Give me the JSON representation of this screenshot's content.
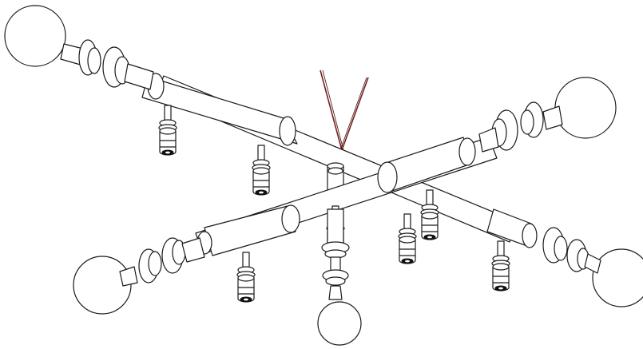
{
  "drawing": {
    "subject": "",
    "line_color": "#1a1a1a",
    "background_color": "#ffffff",
    "suspension_color": "#7a1f1f",
    "counts": {
      "globes": 5,
      "down_sockets": 7,
      "arms": 2,
      "suspension_wires": 2
    }
  }
}
